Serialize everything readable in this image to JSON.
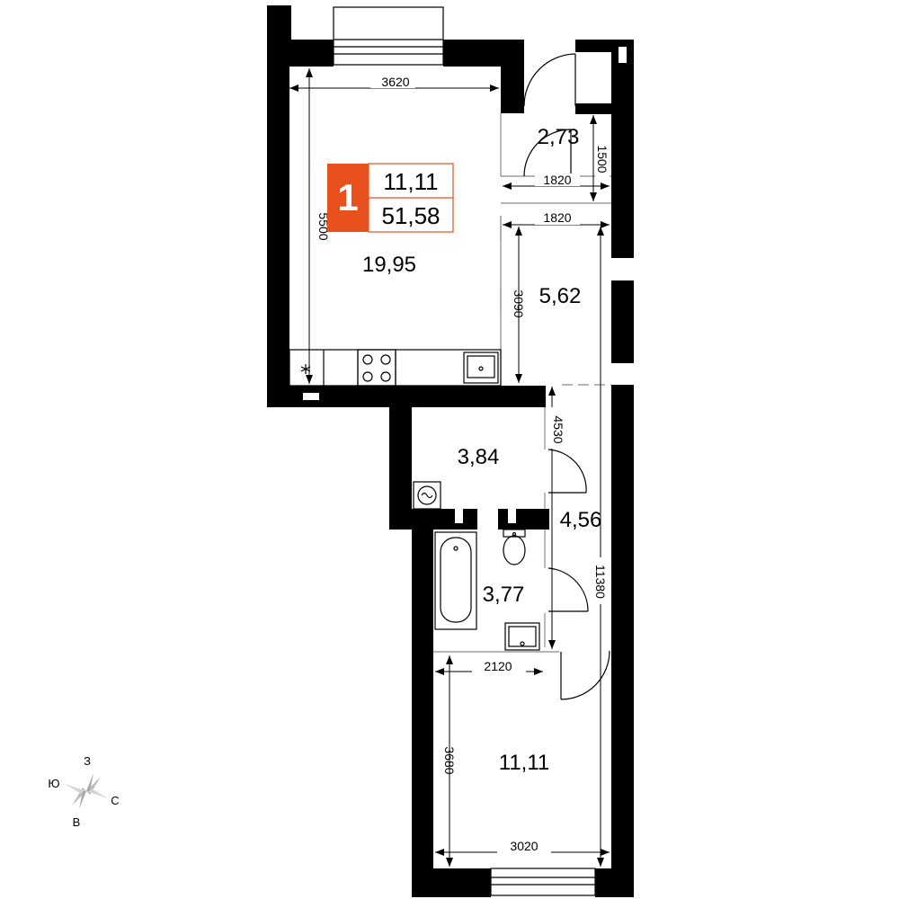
{
  "badge": {
    "rooms": "1",
    "living_area": "11,11",
    "total_area": "51,58",
    "accent_color": "#e8501e"
  },
  "rooms": {
    "kitchen_living": "19,95",
    "vestibule": "2,73",
    "corridor": "5,62",
    "laundry": "3,84",
    "hall": "4,56",
    "bathroom": "3,77",
    "bedroom": "11,11"
  },
  "dimensions": {
    "kitchen_width": "3620",
    "kitchen_length": "5500",
    "vestibule_width": "1820",
    "vestibule_length": "1500",
    "corridor_width": "1820",
    "corridor_length": "3090",
    "hall_length": "4530",
    "total_length": "11380",
    "bedroom_width_top": "2120",
    "bedroom_length": "3680",
    "bedroom_width_bottom": "3020"
  },
  "compass": {
    "north": "З",
    "west": "Ю",
    "east": "С",
    "south": "В"
  },
  "icons": [
    "stove-icon",
    "sink-icon",
    "washing-machine-icon",
    "bathtub-icon",
    "toilet-icon",
    "radiator-icon",
    "compass-icon"
  ]
}
